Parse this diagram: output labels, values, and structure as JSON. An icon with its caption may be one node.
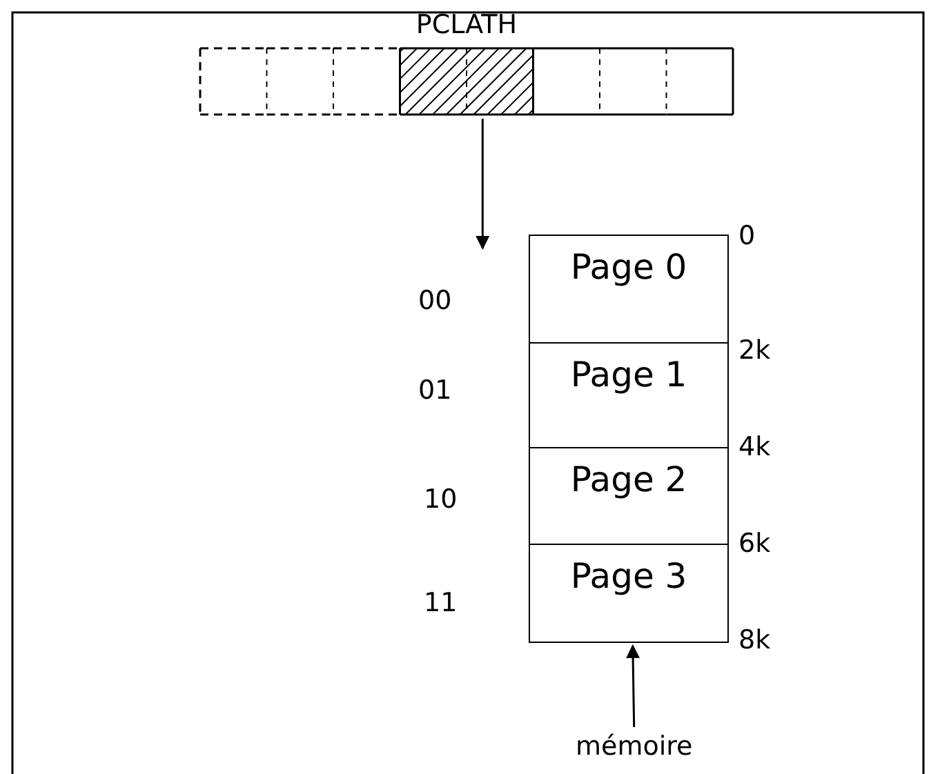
{
  "diagram": {
    "nodes": [
      {
        "text": [
          "PCLATH"
        ]
      },
      {
        "text": [],
        "shape": "box"
      },
      {
        "text": [
          "Page 0"
        ],
        "in": 1
      },
      {
        "text": [
          "Page 1"
        ],
        "in": 1
      },
      {
        "text": [
          "Page 2"
        ],
        "in": 1
      },
      {
        "text": [
          "Page 3"
        ],
        "in": 1
      },
      {
        "text": [
          "mémoire"
        ]
      }
    ],
    "edges": [
      {
        "from": 0,
        "to": 1,
        "arrow": "to"
      },
      {
        "from": 6,
        "to": 1,
        "arrow": "to"
      }
    ],
    "labels": [
      "0",
      "00",
      "2k",
      "01",
      "4k",
      "10",
      "6k",
      "11",
      "8k"
    ]
  }
}
